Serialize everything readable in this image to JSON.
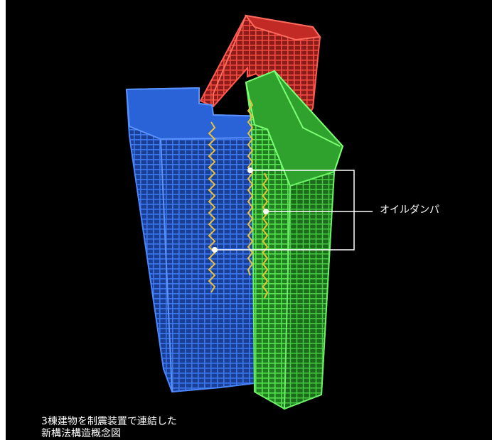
{
  "callout": {
    "label": "オイルダンパ"
  },
  "caption": {
    "line1": "3棟建物を制震装置で連結した",
    "line2": "新構法構造概念図"
  },
  "colors": {
    "background": "#000000",
    "blue_tower": "#2a63d8",
    "red_tower": "#d9302c",
    "green_tower": "#3cc438",
    "damper": "#e8c13a",
    "callout": "#ffffff"
  }
}
